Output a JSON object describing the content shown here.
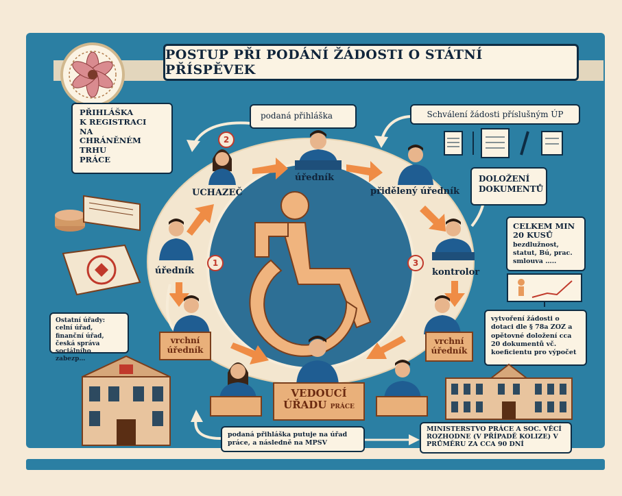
{
  "title": "POSTUP PŘI PODÁNÍ ŽÁDOSTI O STÁTNÍ PŘÍSPĚVEK",
  "application_form": [
    "PŘIHLÁŠKA",
    "K REGISTRACI",
    "NA",
    "CHRÁNĚNÉM",
    "TRHU",
    "PRÁCE"
  ],
  "callouts": {
    "submitted": "podaná přihláška",
    "approved": "Schválení žádosti příslušným ÚP",
    "documents_title": "DOLOŽENÍ DOKUMENTŮ",
    "documents_count": "CELKEM MIN 20 KUSŮ",
    "documents_list": "bezdlužnost, statut, Bú, prac. smlouva …..",
    "other_offices": "Ostatní úřady: celní úřad, finanční úřad, česká správa sociálního zabezp…",
    "subsidy_request": "vytvoření žádosti o dotaci dle § 78a ZOZ a opětovné doložení cca 20 dokumentů vč. koeficientu pro výpočet",
    "to_mpsv": "podaná přihláška putuje na úřad práce, a následně na MPSV",
    "ministry": "MINISTERSTVO PRÁCE A SOC. VĚCÍ ROZHODNE (V PŘÍPADĚ KOLIZE) V PRŮMĚRU ZA CCA 90 DNÍ"
  },
  "roles": {
    "applicant": "UCHAZEČ",
    "officer_top": "úředník",
    "assigned_officer": "přidělený úředník",
    "officer_left": "úředník",
    "controller": "kontrolor",
    "senior_left": [
      "vrchní",
      "úředník"
    ],
    "senior_right": [
      "vrchní",
      "úředník"
    ],
    "head": [
      "VEDOUCÍ",
      "ÚŘADU"
    ],
    "head_suffix": "PRÁCE"
  },
  "step_numbers": [
    "2",
    "1",
    "3"
  ],
  "colors": {
    "panel": "#2b7fa3",
    "ring": "#f3e6cf",
    "center": "#2d6f95",
    "wheelchair": "#f0b47e",
    "arrow": "#ef8c45",
    "suit": "#1f5d92",
    "text": "#10243a"
  }
}
